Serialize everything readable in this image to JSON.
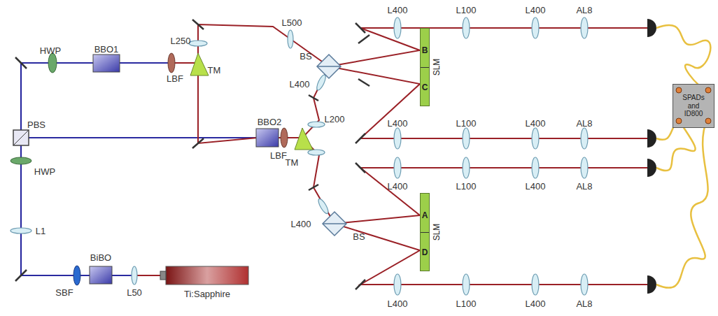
{
  "diagram": {
    "nodes": [
      {
        "text": [
          "B",
          "C",
          "SLM"
        ]
      },
      {
        "text": [
          "SPADs and ID800"
        ]
      },
      {
        "text": [
          "A",
          "D",
          "SLM"
        ]
      }
    ],
    "labels": [
      "HWP",
      "BBO1",
      "LBF",
      "TM",
      "L250",
      "L500",
      "BS",
      "L400",
      "L200",
      "PBS",
      "BBO2",
      "LBF",
      "TM",
      "HWP",
      "L1",
      "L400",
      "BS",
      "BiBO",
      "SBF",
      "L50",
      "Ti:Sapphire",
      "L400",
      "L100",
      "L400",
      "AL8",
      "L400",
      "L100",
      "L400",
      "AL8",
      "L400",
      "L100",
      "L400",
      "AL8",
      "L400",
      "L100",
      "L400",
      "AL8"
    ]
  }
}
